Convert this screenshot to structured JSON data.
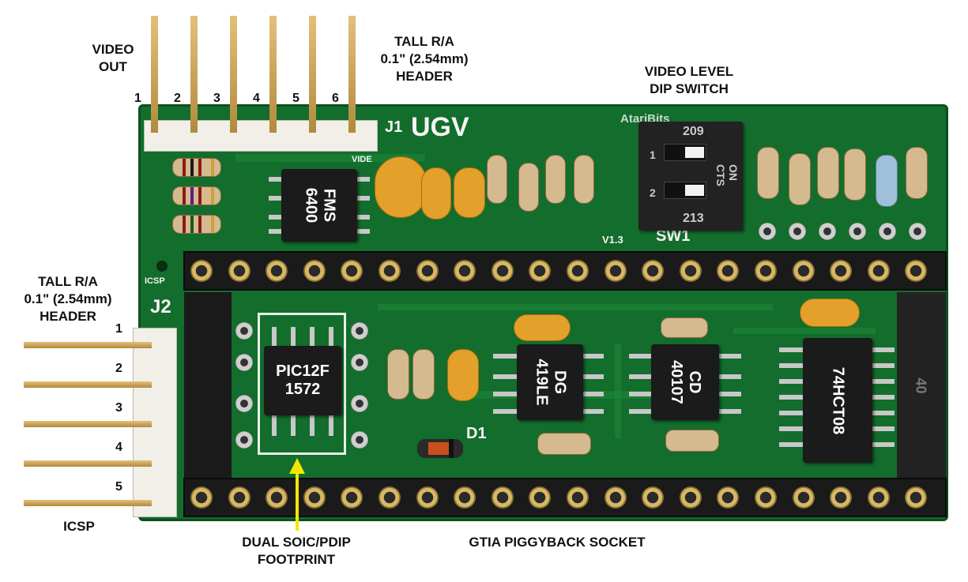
{
  "labels": {
    "video_out": "VIDEO\nOUT",
    "top_header": "TALL R/A\n0.1\" (2.54mm)\nHEADER",
    "dip_switch": "VIDEO LEVEL\nDIP SWITCH",
    "left_header": "TALL R/A\n0.1\" (2.54mm)\nHEADER",
    "icsp": "ICSP",
    "footprint": "DUAL SOIC/PDIP\nFOOTPRINT",
    "socket": "GTIA PIGGYBACK SOCKET"
  },
  "top_pins": [
    "1",
    "2",
    "3",
    "4",
    "5",
    "6"
  ],
  "left_pins": [
    "1",
    "2",
    "3",
    "4",
    "5"
  ],
  "silkscreen": {
    "j1": "J1",
    "ugv": "UGV",
    "j2": "J2",
    "icsp": "ICSP",
    "d1": "D1",
    "sw1": "SW1",
    "version": "V1.3",
    "video": "VIDE",
    "brand": "AtariBits",
    "socket_num": "40"
  },
  "dip": {
    "top_code": "209",
    "bottom_code": "213",
    "side": "ON CTS",
    "pos1": "1",
    "pos2": "2"
  },
  "chips": {
    "fms": [
      "FMS",
      "6400"
    ],
    "pic": [
      "PIC12F",
      "1572"
    ],
    "dg": [
      "DG",
      "419LE"
    ],
    "cd": [
      "CD",
      "40107"
    ],
    "hct": [
      "74HCT08"
    ]
  },
  "colors": {
    "board": "#136d2c",
    "arrow": "#f3e600",
    "socket": "#1a1a1a",
    "capacitor": "#e3a02b"
  }
}
